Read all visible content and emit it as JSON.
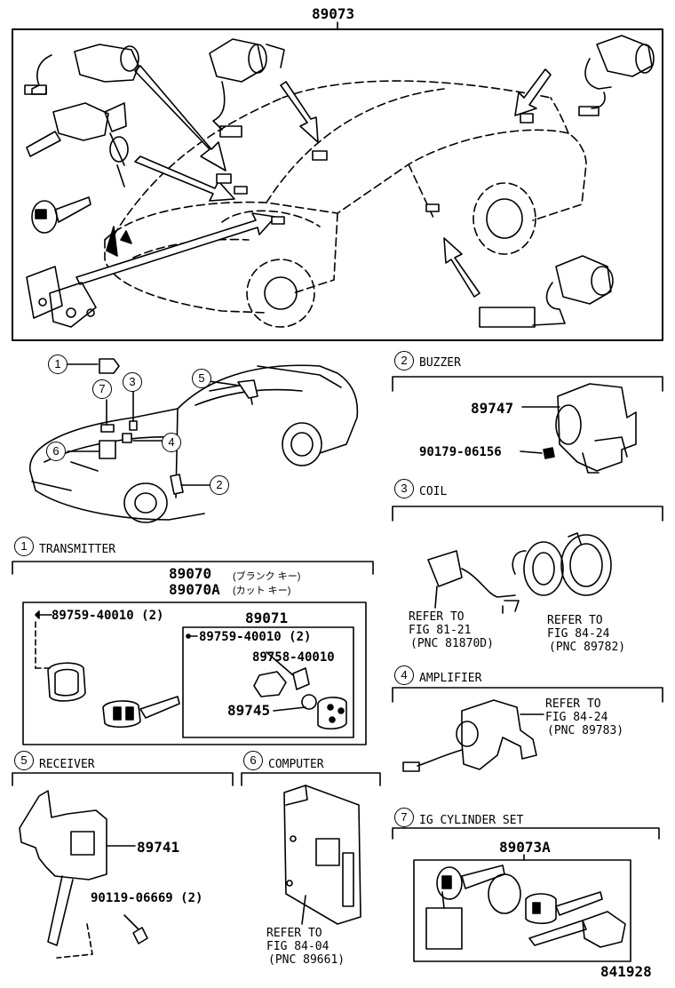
{
  "main": {
    "part_no": "89073"
  },
  "callouts": [
    "1",
    "2",
    "3",
    "4",
    "5",
    "6",
    "7"
  ],
  "buzzer": {
    "title": "BUZZER",
    "part_a": "89747",
    "part_b": "90179-06156"
  },
  "coil": {
    "title": "COIL",
    "ref_a": [
      "REFER TO",
      "FIG 81-21",
      "(PNC 81870D)"
    ],
    "ref_b": [
      "REFER TO",
      "FIG 84-24",
      "(PNC 89782)"
    ]
  },
  "transmitter": {
    "title": "TRANSMITTER",
    "part_a": "89070",
    "part_a_note": "(ブランク キー)",
    "part_b": "89070A",
    "part_b_note": "(カット キー)",
    "screw_a": "89759-40010 (2)",
    "sub_part": "89071",
    "screw_b": "89759-40010 (2)",
    "part_c": "89758-40010",
    "part_d": "89745"
  },
  "amplifier": {
    "title": "AMPLIFIER",
    "ref": [
      "REFER TO",
      "FIG 84-24",
      "(PNC 89783)"
    ]
  },
  "receiver": {
    "title": "RECEIVER",
    "part_a": "89741",
    "part_b": "90119-06669 (2)"
  },
  "computer": {
    "title": "COMPUTER",
    "ref": [
      "REFER TO",
      "FIG 84-04",
      "(PNC 89661)"
    ]
  },
  "ig_cylinder": {
    "title": "IG CYLINDER SET",
    "part": "89073A"
  },
  "figure_no": "841928"
}
